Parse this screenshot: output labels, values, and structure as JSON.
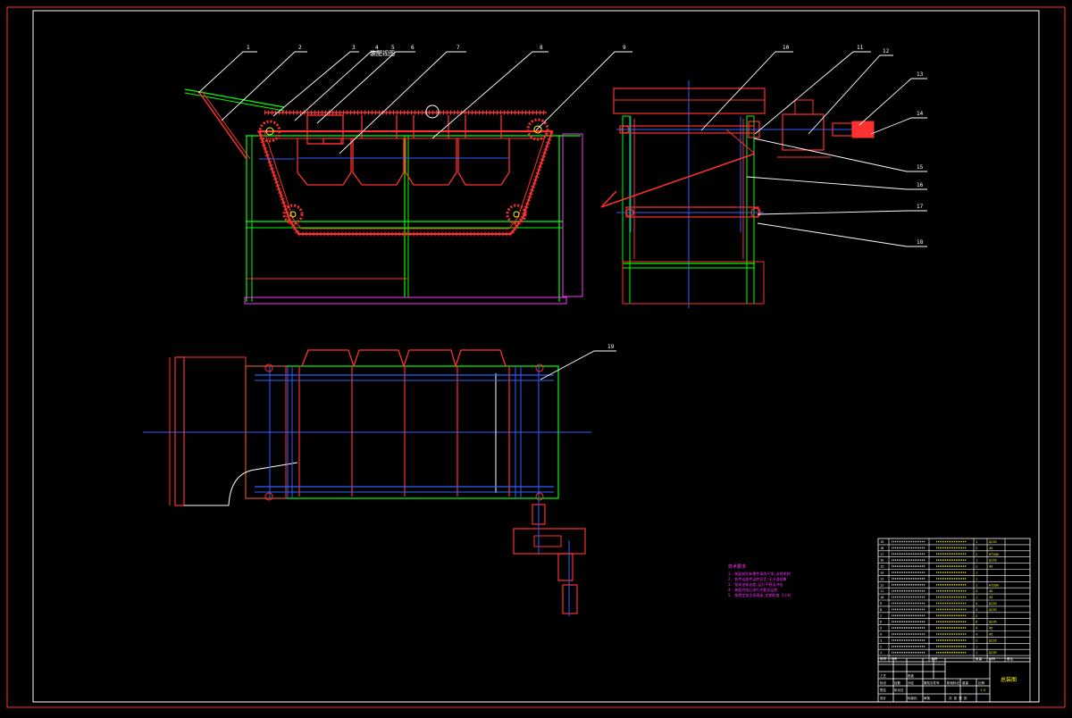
{
  "drawing": {
    "section_title": "装配视图",
    "title_block_name": "总装图"
  },
  "callouts": [
    "1",
    "2",
    "3",
    "4",
    "5",
    "6",
    "7",
    "8",
    "9",
    "10",
    "11",
    "12",
    "13",
    "14",
    "15",
    "16",
    "17",
    "18",
    "19"
  ],
  "tech_notes": {
    "heading": "技术要求",
    "lines": [
      "1. 装配前所有零件清洗干净,去除毛刺",
      "2. 各传动部件运转灵活,无卡滞现象",
      "3. 链条张紧适度,运行平稳无冲击",
      "4. 装配完成后进行空载试运转",
      "5. 按规定加注润滑油,定期检查 2小时"
    ]
  },
  "bom": {
    "header": [
      "序号",
      "代号",
      "名称",
      "数量",
      "材料",
      "备注"
    ],
    "rows": [
      [
        "19",
        "",
        "",
        "1",
        "Q235",
        ""
      ],
      [
        "18",
        "",
        "",
        "2",
        "45",
        ""
      ],
      [
        "17",
        "",
        "",
        "2",
        "HT200",
        ""
      ],
      [
        "16",
        "",
        "",
        "1",
        "Q235",
        ""
      ],
      [
        "15",
        "",
        "",
        "2",
        "45",
        ""
      ],
      [
        "14",
        "",
        "",
        "1",
        "",
        ""
      ],
      [
        "13",
        "",
        "",
        "1",
        "",
        ""
      ],
      [
        "12",
        "",
        "",
        "1",
        "HT200",
        ""
      ],
      [
        "11",
        "",
        "",
        "4",
        "45",
        ""
      ],
      [
        "10",
        "",
        "",
        "1",
        "45",
        ""
      ],
      [
        "9",
        "",
        "",
        "4",
        "Q235",
        ""
      ],
      [
        "8",
        "",
        "",
        "4",
        "Q235",
        ""
      ],
      [
        "7",
        "",
        "",
        "2",
        "",
        ""
      ],
      [
        "6",
        "",
        "",
        "8",
        "Q235",
        ""
      ],
      [
        "5",
        "",
        "",
        "4",
        "45",
        ""
      ],
      [
        "4",
        "",
        "",
        "4",
        "45",
        ""
      ],
      [
        "3",
        "",
        "",
        "2",
        "Q235",
        ""
      ],
      [
        "2",
        "",
        "",
        "1",
        "",
        ""
      ],
      [
        "1",
        "",
        "",
        "1",
        "Q235",
        ""
      ]
    ]
  },
  "title_block": {
    "labels": [
      "标记",
      "处数",
      "分区",
      "更改文件号",
      "签名",
      "年月日",
      "设计",
      "标准化",
      "审核",
      "工艺",
      "批准"
    ],
    "stage_label": "阶段标记",
    "weight_label": "重量",
    "scale_label": "比例",
    "scale_value": "1:5",
    "sheet_label": "共  张  第  张"
  }
}
